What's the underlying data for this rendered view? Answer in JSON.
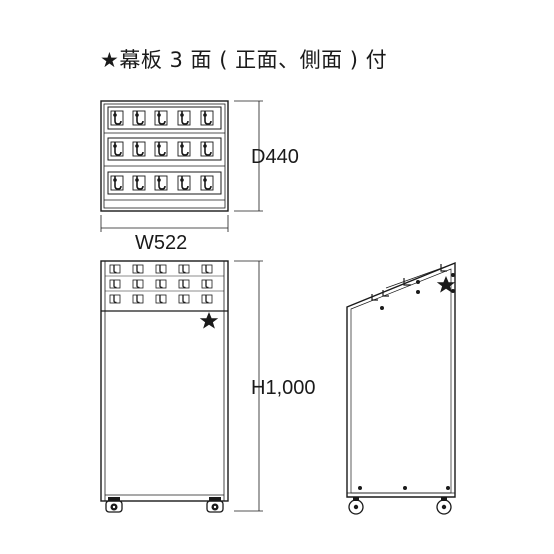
{
  "title": "★幕板 3 面 ( 正面、側面 ) 付",
  "dimensions": {
    "depth": "D440",
    "width": "W522",
    "height": "H1,000"
  },
  "icons": {
    "star": "star-icon",
    "caster": "caster-wheel-icon",
    "hook": "hook-icon"
  },
  "colors": {
    "line": "#1a1a1a",
    "fill": "#ffffff"
  }
}
